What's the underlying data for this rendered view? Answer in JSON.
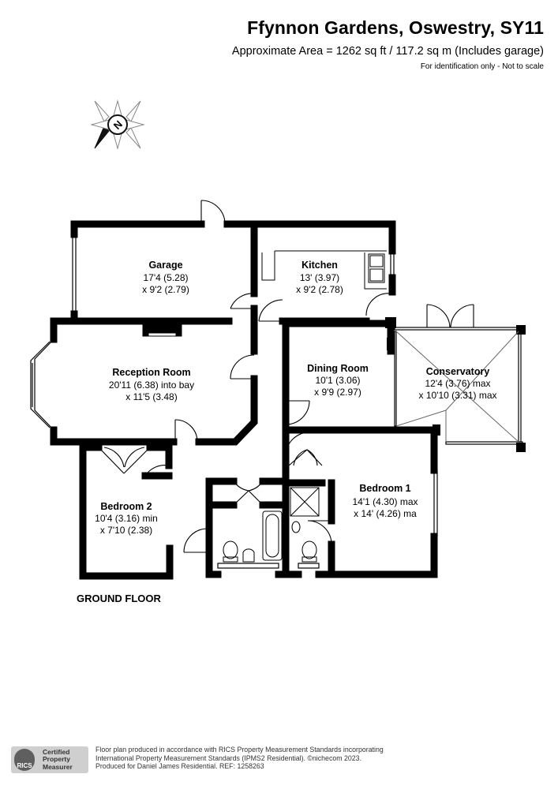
{
  "header": {
    "title": "Ffynnon Gardens, Oswestry, SY11",
    "subtitle": "Approximate Area = 1262 sq ft / 117.2 sq m (Includes garage)",
    "note": "For identification only - Not to scale"
  },
  "compass": {
    "label": "N"
  },
  "rooms": {
    "garage": {
      "name": "Garage",
      "dim1": "17'4 (5.28)",
      "dim2": "x 9'2 (2.79)"
    },
    "kitchen": {
      "name": "Kitchen",
      "dim1": "13' (3.97)",
      "dim2": "x 9'2 (2.78)"
    },
    "reception": {
      "name": "Reception Room",
      "dim1": "20'11 (6.38) into bay",
      "dim2": "x 11'5 (3.48)"
    },
    "dining": {
      "name": "Dining Room",
      "dim1": "10'1 (3.06)",
      "dim2": "x 9'9 (2.97)"
    },
    "conservatory": {
      "name": "Conservatory",
      "dim1": "12'4 (3.76) max",
      "dim2": "x 10'10 (3.31) max"
    },
    "bedroom2": {
      "name": "Bedroom 2",
      "dim1": "10'4 (3.16) min",
      "dim2": "x 7'10 (2.38)"
    },
    "bedroom1": {
      "name": "Bedroom 1",
      "dim1": "14'1 (4.30) max",
      "dim2": "x 14' (4.26) ma"
    }
  },
  "floor_label": "GROUND FLOOR",
  "badge": {
    "logo": "RICS",
    "line1": "Certified",
    "line2": "Property",
    "line3": "Measurer"
  },
  "footer": {
    "line1": "Floor plan produced in accordance with RICS Property Measurement Standards incorporating",
    "line2": "International Property Measurement Standards (IPMS2 Residential).  ©nichecom 2023.",
    "line3": "Produced for Daniel James Residential.   REF:  1258263"
  }
}
